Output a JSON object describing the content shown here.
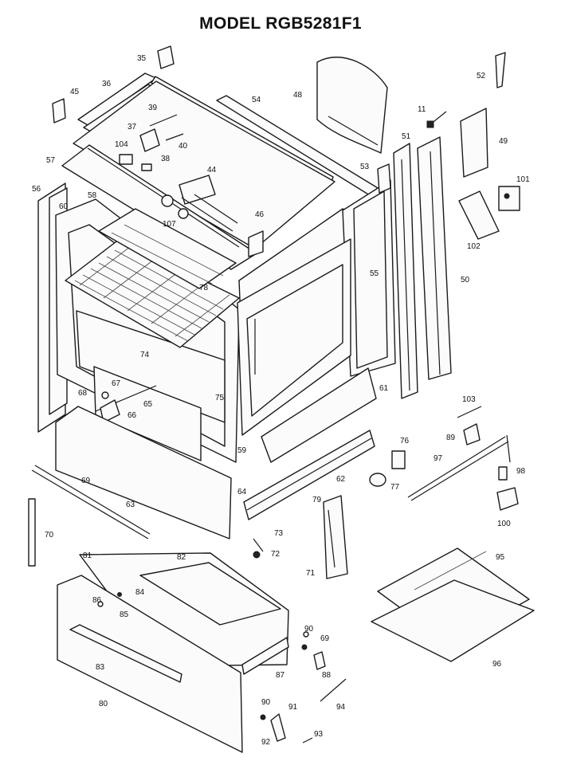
{
  "title": "MODEL RGB5281F1",
  "callouts": [
    "35",
    "36",
    "45",
    "39",
    "37",
    "40",
    "104",
    "38",
    "57",
    "44",
    "56",
    "58",
    "107",
    "60",
    "54",
    "48",
    "52",
    "11",
    "49",
    "53",
    "51",
    "101",
    "46",
    "102",
    "78",
    "55",
    "50",
    "74",
    "75",
    "67",
    "68",
    "65",
    "66",
    "61",
    "59",
    "64",
    "103",
    "89",
    "76",
    "97",
    "98",
    "77",
    "62",
    "69",
    "63",
    "70",
    "79",
    "73",
    "72",
    "71",
    "100",
    "81",
    "82",
    "84",
    "86",
    "85",
    "95",
    "90",
    "69",
    "88",
    "87",
    "83",
    "80",
    "96",
    "90",
    "91",
    "94",
    "92",
    "93"
  ]
}
